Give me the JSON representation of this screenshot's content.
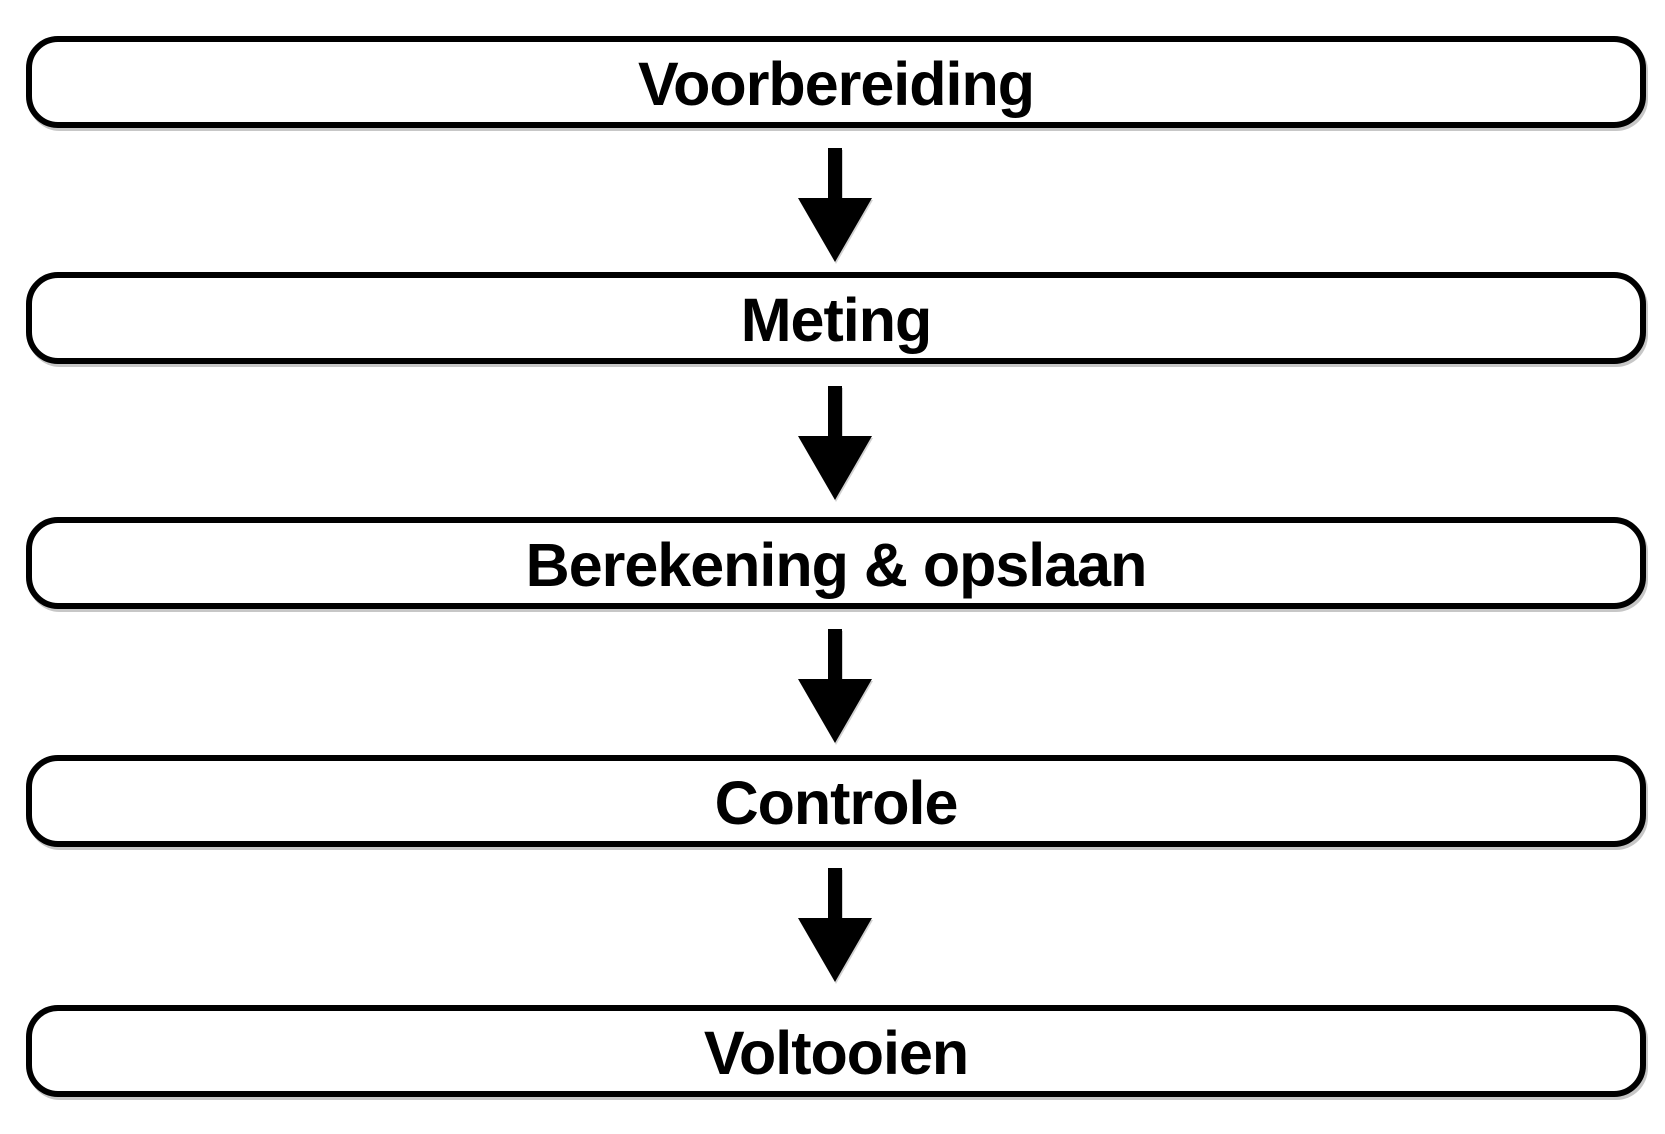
{
  "flowchart": {
    "type": "vertical-process-flow",
    "background_color": "#ffffff",
    "box_fill_color": "#ffffff",
    "box_border_color": "#000000",
    "text_color": "#000000",
    "arrow_color": "#000000",
    "connector_style": "down-arrow",
    "steps": [
      {
        "label": "Voorbereiding"
      },
      {
        "label": "Meting"
      },
      {
        "label": "Berekening & opslaan"
      },
      {
        "label": "Controle"
      },
      {
        "label": "Voltooien"
      }
    ]
  }
}
